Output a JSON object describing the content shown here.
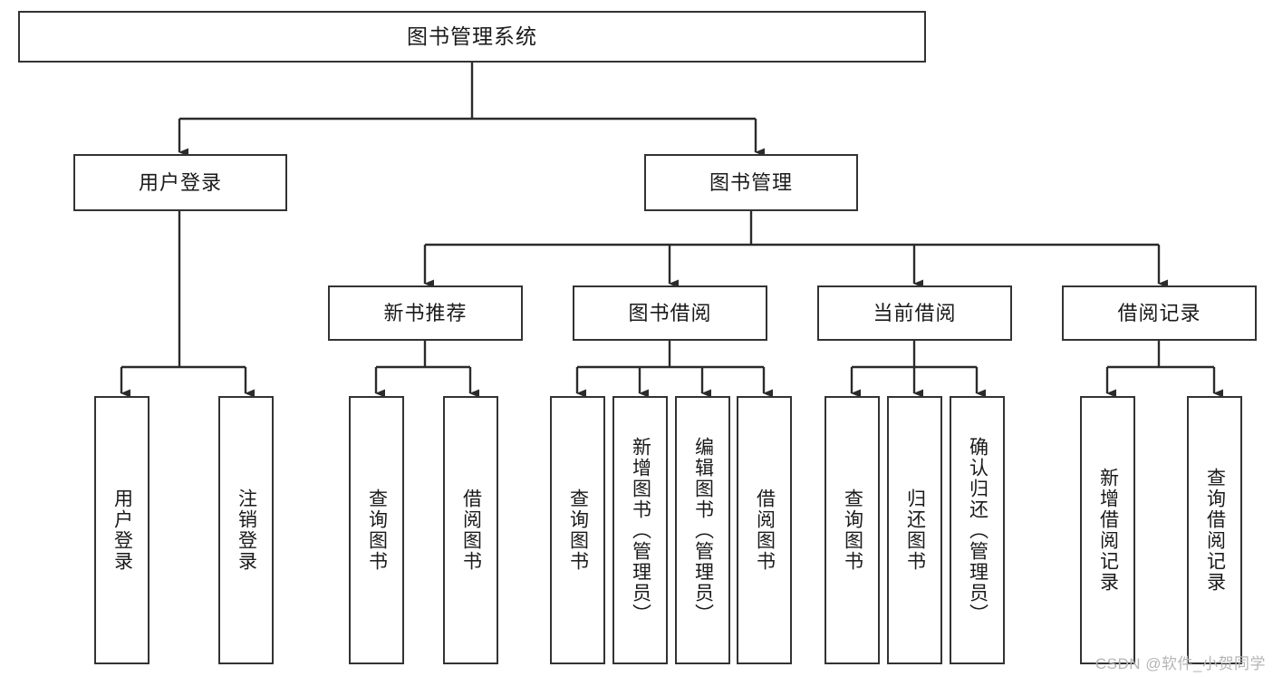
{
  "diagram": {
    "type": "tree-hierarchy",
    "title": "图书管理系统",
    "watermark": "CSDN @软件_小贺同学",
    "colors": {
      "box_border": "#333333",
      "box_fill": "#ffffff",
      "edge": "#2b2b2b",
      "text": "#1a1a1a",
      "watermark": "#b5b5b5"
    },
    "root": {
      "label": "图书管理系统"
    },
    "level1": [
      {
        "id": "user-login",
        "label": "用户登录"
      },
      {
        "id": "book-manage",
        "label": "图书管理"
      }
    ],
    "level2": [
      {
        "id": "new-book-recommend",
        "label": "新书推荐",
        "parent": "book-manage"
      },
      {
        "id": "book-borrow",
        "label": "图书借阅",
        "parent": "book-manage"
      },
      {
        "id": "current-borrow",
        "label": "当前借阅",
        "parent": "book-manage"
      },
      {
        "id": "borrow-record",
        "label": "借阅记录",
        "parent": "book-manage"
      }
    ],
    "leaves": [
      {
        "id": "leaf-user-login",
        "label": "用户登录",
        "parent": "user-login"
      },
      {
        "id": "leaf-logout",
        "label": "注销登录",
        "parent": "user-login"
      },
      {
        "id": "leaf-query-book-1",
        "label": "查询图书",
        "parent": "new-book-recommend"
      },
      {
        "id": "leaf-borrow-book-1",
        "label": "借阅图书",
        "parent": "new-book-recommend"
      },
      {
        "id": "leaf-query-book-2",
        "label": "查询图书",
        "parent": "book-borrow"
      },
      {
        "id": "leaf-add-book",
        "label": "新增图书（管理员）",
        "parent": "book-borrow"
      },
      {
        "id": "leaf-edit-book",
        "label": "编辑图书（管理员）",
        "parent": "book-borrow"
      },
      {
        "id": "leaf-borrow-book-2",
        "label": "借阅图书",
        "parent": "book-borrow"
      },
      {
        "id": "leaf-query-book-3",
        "label": "查询图书",
        "parent": "current-borrow"
      },
      {
        "id": "leaf-return-book",
        "label": "归还图书",
        "parent": "current-borrow"
      },
      {
        "id": "leaf-confirm-return",
        "label": "确认归还（管理员）",
        "parent": "current-borrow"
      },
      {
        "id": "leaf-add-record",
        "label": "新增借阅记录",
        "parent": "borrow-record"
      },
      {
        "id": "leaf-query-record",
        "label": "查询借阅记录",
        "parent": "borrow-record"
      }
    ]
  }
}
